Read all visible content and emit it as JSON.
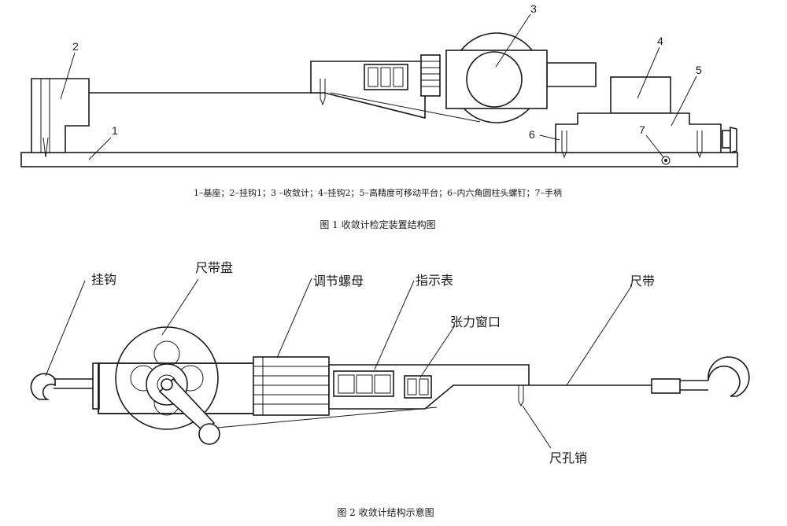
{
  "figure1": {
    "labels": {
      "n1": "1",
      "n2": "2",
      "n3": "3",
      "n4": "4",
      "n5": "5",
      "n6": "6",
      "n7": "7"
    },
    "legend": "1–基座；2–挂钩1；3 –收敛计；4–挂钩2；5–高精度可移动平台；6–内六角圆柱头螺钉；7–手柄",
    "caption": "图 1 收敛计检定装置结构图"
  },
  "figure2": {
    "labels": {
      "hook": "挂钩",
      "reel": "尺带盘",
      "nut": "调节螺母",
      "dial": "指示表",
      "window": "张力窗口",
      "tape": "尺带",
      "pin": "尺孔销"
    },
    "caption": "图 2 收敛计结构示意图"
  }
}
